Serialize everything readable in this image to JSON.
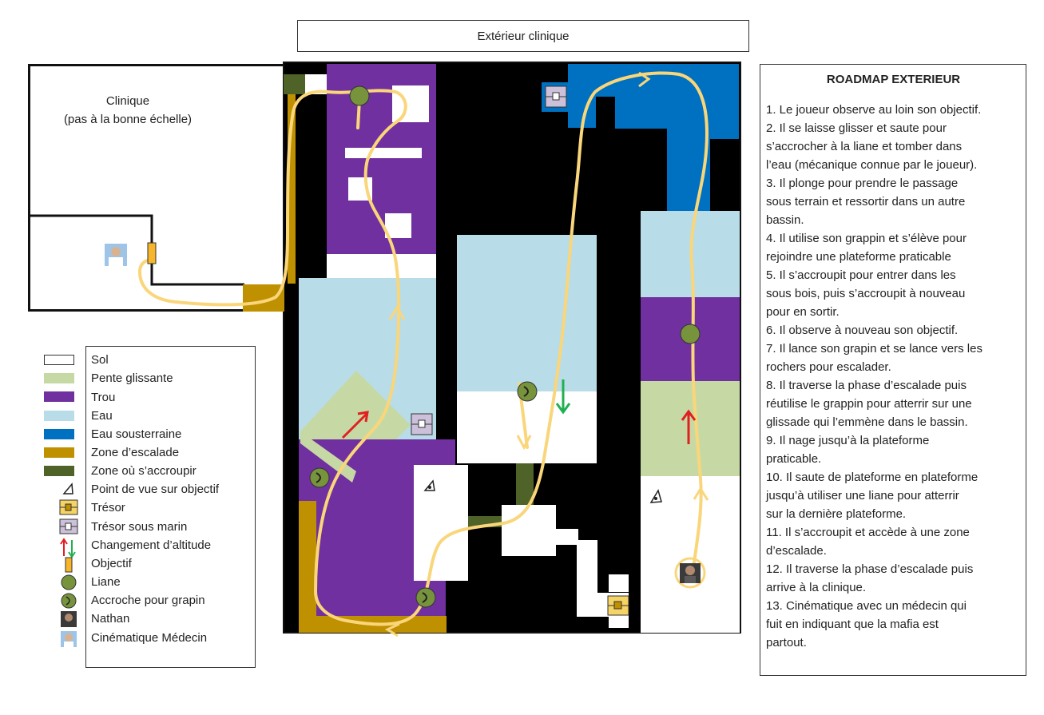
{
  "title": "Extérieur clinique",
  "clinic": {
    "line1": "Clinique",
    "line2": "(pas à la bonne échelle)"
  },
  "legend": {
    "items": [
      {
        "key": "sol",
        "label": "Sol",
        "color": "#ffffff"
      },
      {
        "key": "pente",
        "label": "Pente glissante",
        "color": "#c6d9a5"
      },
      {
        "key": "trou",
        "label": "Trou",
        "color": "#7030a0"
      },
      {
        "key": "eau",
        "label": "Eau",
        "color": "#b8dce8"
      },
      {
        "key": "eau-sous",
        "label": "Eau sousterraine",
        "color": "#0070c0"
      },
      {
        "key": "escalade",
        "label": "Zone d’escalade",
        "color": "#bf9000"
      },
      {
        "key": "accroupir",
        "label": "Zone où s’accroupir",
        "color": "#4f6228"
      },
      {
        "key": "point-de-vue",
        "label": "Point de vue sur objectif",
        "icon": "eye-icon"
      },
      {
        "key": "tresor",
        "label": "Trésor",
        "icon": "treasure-icon"
      },
      {
        "key": "tresor-marin",
        "label": "Trésor sous marin",
        "icon": "underwater-treasure-icon"
      },
      {
        "key": "altitude",
        "label": "Changement d’altitude",
        "icon": "altitude-arrows-icon"
      },
      {
        "key": "objectif",
        "label": "Objectif",
        "icon": "objective-icon"
      },
      {
        "key": "liane",
        "label": "Liane",
        "icon": "vine-icon"
      },
      {
        "key": "grapin",
        "label": "Accroche pour grapin",
        "icon": "grapple-icon"
      },
      {
        "key": "nathan",
        "label": "Nathan",
        "icon": "nathan-portrait-icon"
      },
      {
        "key": "medecin",
        "label": "Cinématique Médecin",
        "icon": "doctor-portrait-icon"
      }
    ]
  },
  "roadmap": {
    "title": "ROADMAP EXTERIEUR",
    "steps": [
      "1. Le joueur observe au loin son objectif.",
      "2. Il se laisse glisser et saute pour",
      "s’accrocher à la liane et tomber dans",
      "l’eau (mécanique connue par le joueur).",
      "3. Il plonge pour prendre le passage",
      "sous terrain et ressortir dans un autre",
      "bassin.",
      "4. Il utilise son grappin et s’élève pour",
      "rejoindre une plateforme praticable",
      "5. Il s’accroupit pour entrer dans les",
      "sous bois, puis s’accroupit à nouveau",
      "pour en sortir.",
      "6. Il observe à nouveau son objectif.",
      "7. Il lance son grapin et se lance vers les",
      "rochers pour escalader.",
      "8. Il traverse la phase d’escalade puis",
      "réutilise le grappin pour atterrir sur une",
      "glissade qui l’emmène dans le bassin.",
      "9. Il nage jusqu’à la plateforme",
      "praticable.",
      "10. Il saute de plateforme en plateforme",
      "jusqu’à utiliser une liane pour atterrir",
      "sur la dernière plateforme.",
      "11. Il s’accroupit et accède à une zone",
      "d’escalade.",
      "12. Il traverse la phase d’escalade puis",
      "arrive à la clinique.",
      "13. Cinématique avec un médecin qui",
      "fuit en indiquant que la mafia est",
      "partout."
    ]
  },
  "colors": {
    "path": "#fad67a",
    "rock": "#000000",
    "arrow_up": "#e02020",
    "arrow_down": "#20b050",
    "objective": "#f7b52a",
    "vine": "#77933c"
  }
}
